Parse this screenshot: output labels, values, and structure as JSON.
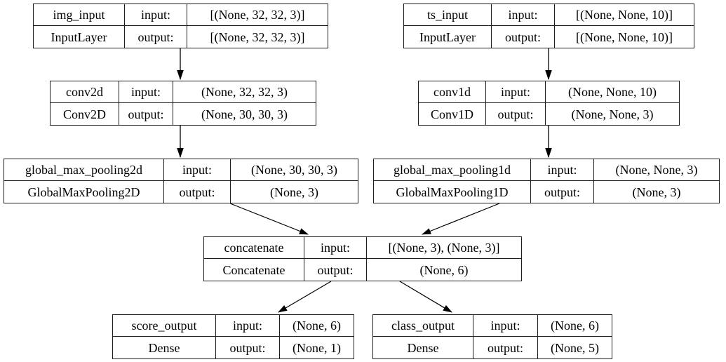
{
  "diagram": {
    "kind": "keras-model-architecture",
    "colors": {
      "background": "#ffffff",
      "node_border": "#000000",
      "text": "#000000",
      "edge": "#000000"
    }
  },
  "nodes": [
    {
      "id": "img_input",
      "name": "img_input",
      "type": "InputLayer",
      "input_label": "input:",
      "output_label": "output:",
      "input_shape": "[(None, 32, 32, 3)]",
      "output_shape": "[(None, 32, 32, 3)]"
    },
    {
      "id": "ts_input",
      "name": "ts_input",
      "type": "InputLayer",
      "input_label": "input:",
      "output_label": "output:",
      "input_shape": "[(None, None, 10)]",
      "output_shape": "[(None, None, 10)]"
    },
    {
      "id": "conv2d",
      "name": "conv2d",
      "type": "Conv2D",
      "input_label": "input:",
      "output_label": "output:",
      "input_shape": "(None, 32, 32, 3)",
      "output_shape": "(None, 30, 30, 3)"
    },
    {
      "id": "conv1d",
      "name": "conv1d",
      "type": "Conv1D",
      "input_label": "input:",
      "output_label": "output:",
      "input_shape": "(None, None, 10)",
      "output_shape": "(None, None, 3)"
    },
    {
      "id": "global_max_pooling2d",
      "name": "global_max_pooling2d",
      "type": "GlobalMaxPooling2D",
      "input_label": "input:",
      "output_label": "output:",
      "input_shape": "(None, 30, 30, 3)",
      "output_shape": "(None, 3)"
    },
    {
      "id": "global_max_pooling1d",
      "name": "global_max_pooling1d",
      "type": "GlobalMaxPooling1D",
      "input_label": "input:",
      "output_label": "output:",
      "input_shape": "(None, None, 3)",
      "output_shape": "(None, 3)"
    },
    {
      "id": "concatenate",
      "name": "concatenate",
      "type": "Concatenate",
      "input_label": "input:",
      "output_label": "output:",
      "input_shape": "[(None, 3), (None, 3)]",
      "output_shape": "(None, 6)"
    },
    {
      "id": "score_output",
      "name": "score_output",
      "type": "Dense",
      "input_label": "input:",
      "output_label": "output:",
      "input_shape": "(None, 6)",
      "output_shape": "(None, 1)"
    },
    {
      "id": "class_output",
      "name": "class_output",
      "type": "Dense",
      "input_label": "input:",
      "output_label": "output:",
      "input_shape": "(None, 6)",
      "output_shape": "(None, 5)"
    }
  ],
  "edges": [
    {
      "from": "img_input",
      "to": "conv2d"
    },
    {
      "from": "ts_input",
      "to": "conv1d"
    },
    {
      "from": "conv2d",
      "to": "global_max_pooling2d"
    },
    {
      "from": "conv1d",
      "to": "global_max_pooling1d"
    },
    {
      "from": "global_max_pooling2d",
      "to": "concatenate"
    },
    {
      "from": "global_max_pooling1d",
      "to": "concatenate"
    },
    {
      "from": "concatenate",
      "to": "score_output"
    },
    {
      "from": "concatenate",
      "to": "class_output"
    }
  ]
}
